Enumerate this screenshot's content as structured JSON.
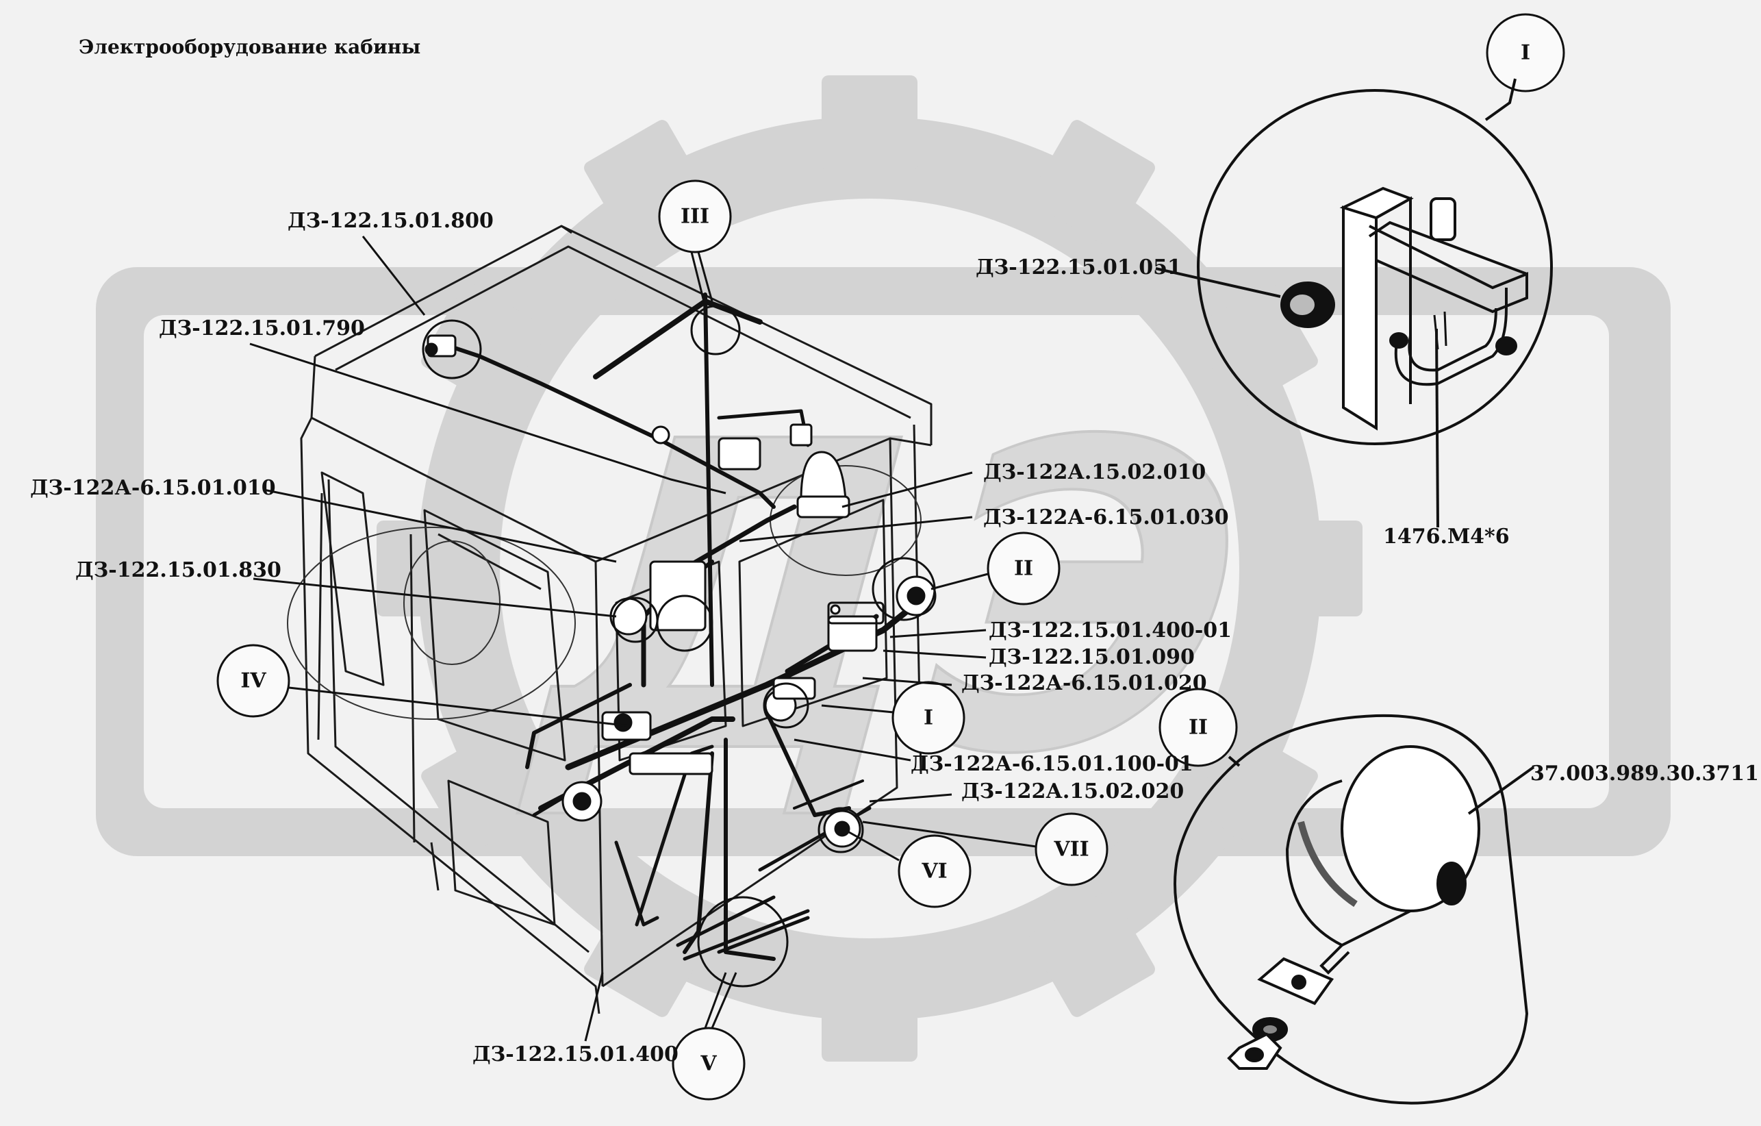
{
  "title": "Электрооборудование кабины",
  "part_labels": [
    "ДЗ-122.15.01.800",
    "ДЗ-122.15.01.790",
    "ДЗ-122А-6.15.01.010",
    "ДЗ-122.15.01.830",
    "ДЗ-122А.15.02.010",
    "ДЗ-122А-6.15.01.030",
    "ДЗ-122.15.01.400-01",
    "ДЗ-122.15.01.090",
    "ДЗ-122А-6.15.01.020",
    "ДЗ-122А-6.15.01.100-01",
    "ДЗ-122А.15.02.020",
    "ДЗ-122.15.01.400",
    "ДЗ-122.15.01.051",
    "1476.М4*6",
    "37.003.989.30.3711"
  ],
  "view_refs": [
    "III",
    "IV",
    "II",
    "I",
    "VI",
    "VII",
    "V",
    "I",
    "II"
  ],
  "watermark": "ДЭ",
  "colors": {
    "background": "#f2f2f2",
    "watermark": "#d3d3d3",
    "ink": "#111111"
  }
}
